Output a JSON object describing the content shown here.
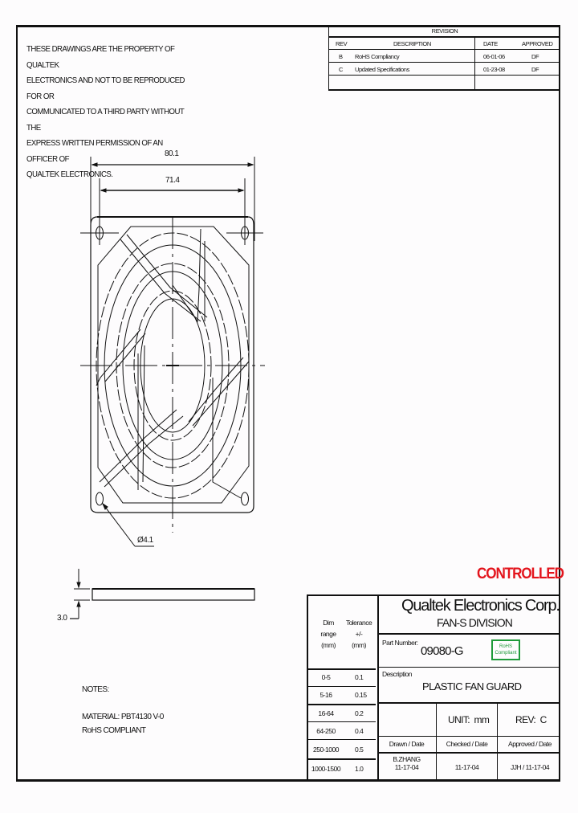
{
  "disclaimer": {
    "lines": [
      "THESE DRAWINGS ARE THE PROPERTY OF QUALTEK",
      "ELECTRONICS AND NOT TO BE REPRODUCED FOR OR",
      "COMMUNICATED TO A THIRD PARTY WITHOUT THE",
      "EXPRESS WRITTEN PERMISSION OF AN OFFICER OF",
      "QUALTEK ELECTRONICS."
    ]
  },
  "revision": {
    "title": "REVISION",
    "headers": {
      "rev": "REV",
      "description": "DESCRIPTION",
      "date": "DATE",
      "approved": "APPROVED"
    },
    "rows": [
      {
        "rev": "B",
        "description": "RoHS Compliancy",
        "date": "06-01-06",
        "approved": "DF"
      },
      {
        "rev": "C",
        "description": "Updated Specifications",
        "date": "01-23-08",
        "approved": "DF"
      }
    ]
  },
  "drawing": {
    "dim_overall_width": "80.1",
    "dim_hole_spacing": "71.4",
    "dim_hole_diameter": "Ø4.1",
    "dim_thickness": "3.0"
  },
  "stamp": {
    "label": "CONTROLLED",
    "color": "#e3141c"
  },
  "notes": {
    "title": "NOTES:",
    "lines": [
      "MATERIAL: PBT4130 V-0",
      "RoHS COMPLIANT"
    ]
  },
  "title_block": {
    "company": "Qualtek Electronics Corp.",
    "division": "FAN-S DIVISION",
    "part_number_label": "Part Number:",
    "part_number": "09080-G",
    "rohs_badge": {
      "line1": "RoHS",
      "line2": "Compliant",
      "color": "#1f9a3a"
    },
    "description_label": "Description",
    "description": "PLASTIC FAN GUARD",
    "unit_label": "UNIT:",
    "unit": "mm",
    "rev_label": "REV:",
    "rev": "C",
    "drawn_label": "Drawn / Date",
    "checked_label": "Checked / Date",
    "approved_label": "Approved / Date",
    "drawn_name": "B.ZHANG",
    "drawn_date": "11-17-04",
    "checked": "11-17-04",
    "approved": "JJH / 11-17-04"
  },
  "tolerance": {
    "header_dim": [
      "Dim",
      "range",
      "(mm)"
    ],
    "header_tol": [
      "Tolerance",
      "+/-",
      "(mm)"
    ],
    "rows": [
      {
        "range": "0-5",
        "tol": "0.1"
      },
      {
        "range": "5-16",
        "tol": "0.15"
      },
      {
        "range": "16-64",
        "tol": "0.2"
      },
      {
        "range": "64-250",
        "tol": "0.4"
      },
      {
        "range": "250-1000",
        "tol": "0.5"
      },
      {
        "range": "1000-1500",
        "tol": "1.0"
      }
    ]
  }
}
